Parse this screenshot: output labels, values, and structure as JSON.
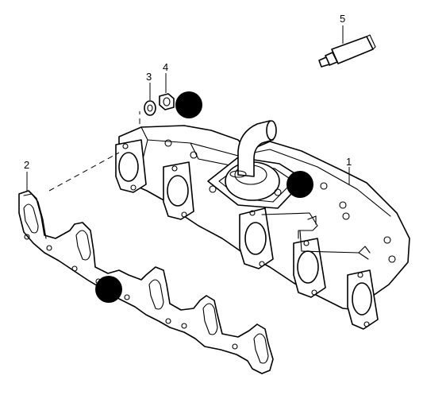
{
  "callouts": [
    {
      "id": "exhaust-manifold",
      "label": "1"
    },
    {
      "id": "manifold-gasket",
      "label": "2"
    },
    {
      "id": "washer",
      "label": "3"
    },
    {
      "id": "nut",
      "label": "4"
    },
    {
      "id": "sealant-tube",
      "label": "5"
    }
  ],
  "markers": [
    {
      "id": "marker-nut"
    },
    {
      "id": "marker-manifold"
    },
    {
      "id": "marker-gasket"
    }
  ],
  "colors": {
    "line": "#000000",
    "background": "#ffffff",
    "marker": "#000000"
  }
}
